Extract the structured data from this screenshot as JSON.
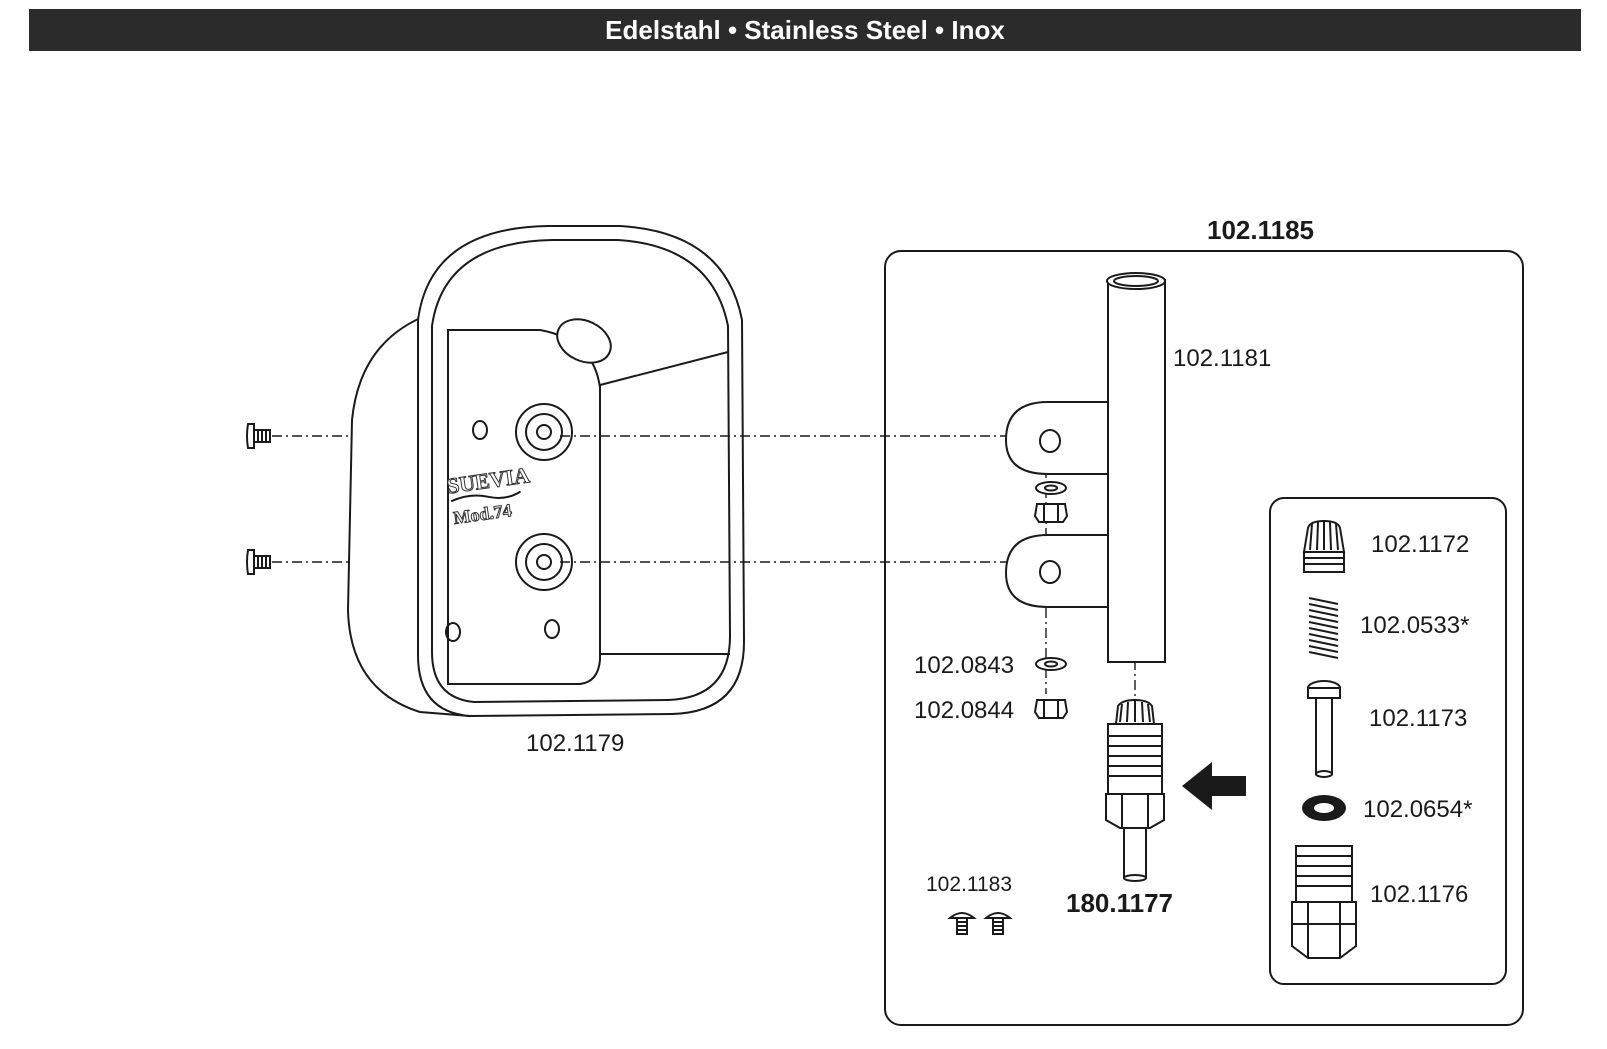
{
  "header": {
    "title": "Edelstahl • Stainless Steel • Inox",
    "background": "#2b2b2b"
  },
  "bowl": {
    "part_label": "102.1179",
    "logo": "SUEVIA",
    "model": "Mod.74",
    "screw_icon": "screw-icon"
  },
  "valve_assembly": {
    "title": "102.1185",
    "parts": {
      "pipe": "102.1181",
      "washer": "102.0843",
      "nut": "102.0844",
      "screws": "102.1183",
      "valve": "180.1177"
    }
  },
  "valve_detail": {
    "parts": {
      "cap": "102.1172",
      "spring": "102.0533*",
      "pin": "102.1173",
      "o_ring": "102.0654*",
      "body": "102.1176"
    }
  },
  "arrow_icon": "left-arrow-icon"
}
